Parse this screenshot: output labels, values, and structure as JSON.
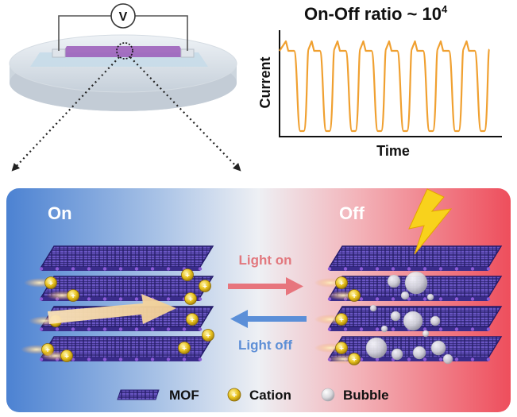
{
  "device": {
    "voltmeter_label": "V"
  },
  "chart": {
    "title_prefix": "On-Off ratio ~ 10",
    "title_exponent": "4",
    "ylabel": "Current",
    "xlabel": "Time"
  },
  "chart_data": {
    "type": "line",
    "title": "On-Off ratio ~ 10^4",
    "xlabel": "Time",
    "ylabel": "Current",
    "series": [
      {
        "kind": "square-wave",
        "cycles": 8,
        "high_level": 1,
        "low_level": 0,
        "duty_high": 0.5,
        "color": "#f0a030"
      }
    ],
    "grid": false
  },
  "panel": {
    "state_on": "On",
    "state_off": "Off",
    "light_on": "Light on",
    "light_off": "Light off",
    "colors": {
      "on_side": "#4a7fcf",
      "off_side": "#ee5560",
      "light_on_text": "#e2787e",
      "light_off_text": "#6e9ad8",
      "mof": "#4a3a9a",
      "cation": "#e6c020",
      "lightning": "#f8d21c"
    }
  },
  "legend": {
    "mof": "MOF",
    "cation": "Cation",
    "bubble": "Bubble"
  }
}
